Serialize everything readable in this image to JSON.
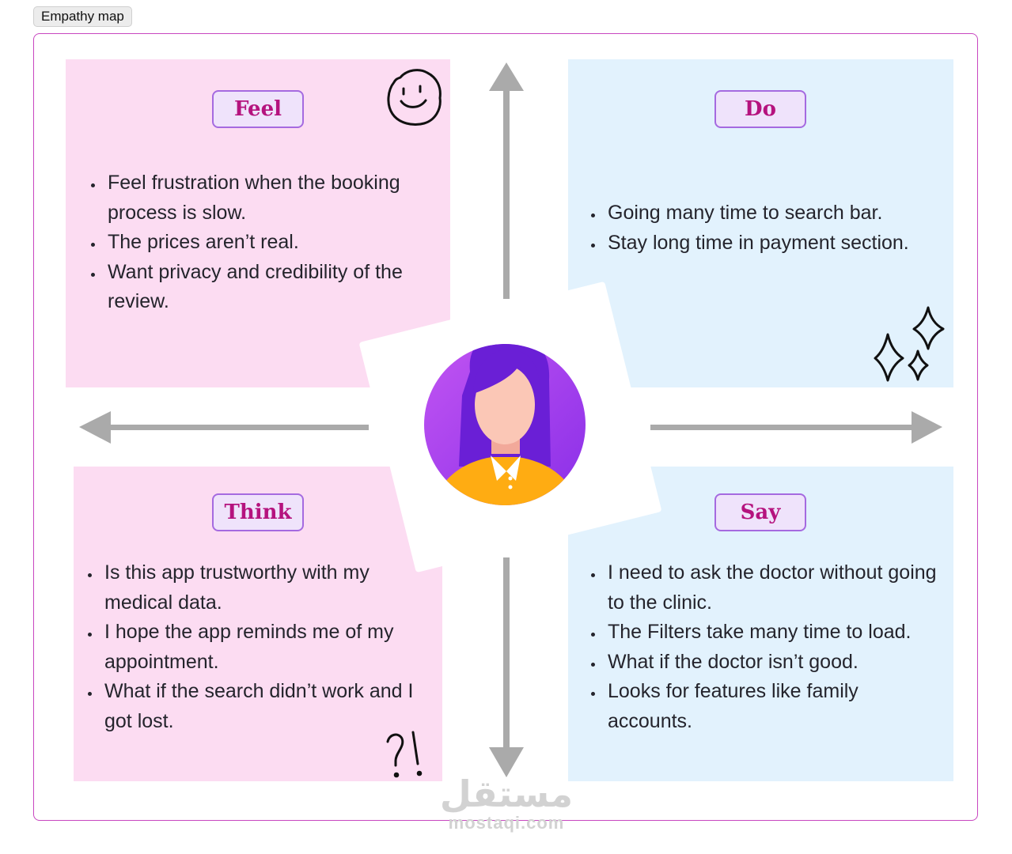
{
  "frame": {
    "title": "Empathy map"
  },
  "quadrants": {
    "feel": {
      "label": "Feel",
      "items": [
        "Feel frustration when the booking process is slow.",
        "The prices aren’t real.",
        "Want privacy and credibility of the review."
      ]
    },
    "do": {
      "label": "Do",
      "items": [
        "Going many time to search bar.",
        "Stay long time in payment section."
      ]
    },
    "think": {
      "label": "Think",
      "items": [
        "Is this app trustworthy with my medical data.",
        "I hope the app reminds me of my appointment.",
        "What if the search didn’t work and I got lost."
      ]
    },
    "say": {
      "label": "Say",
      "items": [
        "I need to ask the doctor without going to the clinic.",
        "The Filters take many time to load.",
        "What if the doctor isn’t good.",
        "Looks for features like family accounts."
      ]
    }
  },
  "doodles": {
    "feel": "smiley-face-icon",
    "do": "sparkles-icon",
    "think": "question-exclamation-doodle"
  },
  "think_doodle_text": "?!",
  "center": {
    "avatar": "user-avatar"
  },
  "colors": {
    "feel_think_bg": "#fcdcf2",
    "do_say_bg": "#e2f2fd",
    "label_text": "#b5137e",
    "label_border": "#a56ae0",
    "label_bg": "#efe3fb",
    "frame_border": "#c846c0",
    "arrow": "#aaaaaa"
  },
  "watermark": {
    "arabic": "مستقل",
    "latin": "mostaqi.com"
  }
}
